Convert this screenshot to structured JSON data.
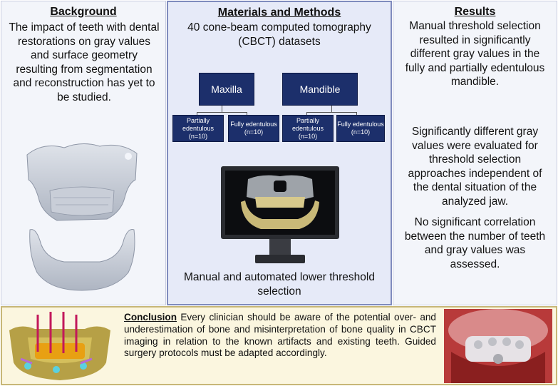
{
  "background": {
    "heading": "Background",
    "text": "The impact of teeth with dental restorations on gray values and surface geometry resulting from segmentation and reconstruction has yet to be studied."
  },
  "methods": {
    "heading": "Materials and Methods",
    "subtitle": "40 cone-beam computed tomography (CBCT) datasets",
    "boxes": [
      {
        "label": "Maxilla",
        "sub": [
          {
            "label": "Partially edentulous (n=10)"
          },
          {
            "label": "Fully edentulous (n=10)"
          }
        ]
      },
      {
        "label": "Mandible",
        "sub": [
          {
            "label": "Partially edentulous (n=10)"
          },
          {
            "label": "Fully edentulous (n=10)"
          }
        ]
      }
    ],
    "caption": "Manual and automated lower threshold selection"
  },
  "results": {
    "heading": "Results",
    "paragraphs": [
      "Manual threshold selection resulted in significantly different gray values in the fully and partially edentulous mandible.",
      "Significantly different gray values were evaluated for threshold selection approaches independent of the dental situation of the analyzed jaw.",
      "No significant correlation between the number of teeth and gray values was assessed."
    ]
  },
  "conclusion": {
    "label": "Conclusion",
    "text": " Every clinician should be aware of the potential over- and underestimation of bone and misinterpretation of bone quality in CBCT imaging in relation to the known artifacts and existing teeth. Guided surgery protocols must be adapted accordingly."
  },
  "colors": {
    "box_fill": "#1c2f6b",
    "methods_bg": "#e6eaf8",
    "panel_bg": "#f3f5fa",
    "conclusion_bg": "#fbf6df"
  }
}
